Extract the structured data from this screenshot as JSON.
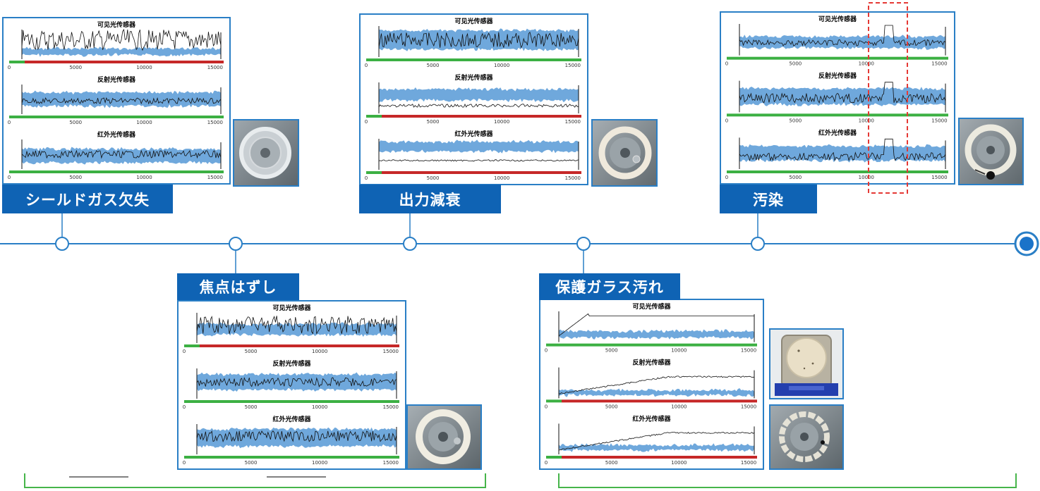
{
  "colors": {
    "accent": "#0f63b4",
    "border": "#2a7fc6",
    "band": "#6fa8dc",
    "signal": "#111111",
    "ok_bar": "#3cb043",
    "ng_bar": "#c62828",
    "highlight": "#e53935",
    "bracket": "#46b54a",
    "node": "#2a7fc6"
  },
  "sensor_titles": [
    "可见光传感器",
    "反射光传感器",
    "红外光传感器"
  ],
  "x_ticks": [
    "0",
    "5000",
    "10000",
    "15000"
  ],
  "defects": [
    {
      "id": "shield",
      "label": "シールドガス欠失"
    },
    {
      "id": "focus",
      "label": "焦点はずし"
    },
    {
      "id": "power",
      "label": "出力減衰"
    },
    {
      "id": "glass",
      "label": "保護ガラス汚れ"
    },
    {
      "id": "contam",
      "label": "汚染"
    }
  ]
}
